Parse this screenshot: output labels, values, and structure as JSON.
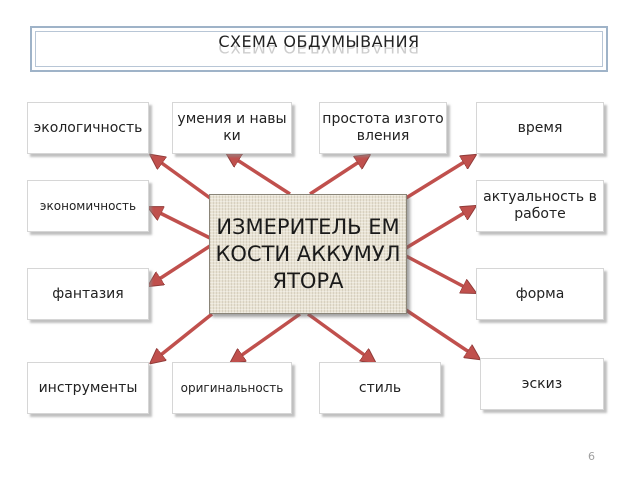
{
  "title": "СХЕМА ОБДУМЫВАНИЯ",
  "center": "ИЗМЕРИТЕЛЬ ЕМКОСТИ АККУМУЛЯТОРА",
  "factors": {
    "ecology": "экологичность",
    "skills": "умения и навыки",
    "simplicity": "простота изготовления",
    "time": "время",
    "economy": "экономичность",
    "relevance": "актуальность в работе",
    "fantasy": "фантазия",
    "form": "форма",
    "tools": "инструменты",
    "originality": "оригинальность",
    "style": "стиль",
    "sketch": "эскиз"
  },
  "page_number": "6",
  "colors": {
    "arrow": "#c0504d",
    "box_border": "#d6d6d6",
    "center_fill": "#e9e3d4"
  }
}
